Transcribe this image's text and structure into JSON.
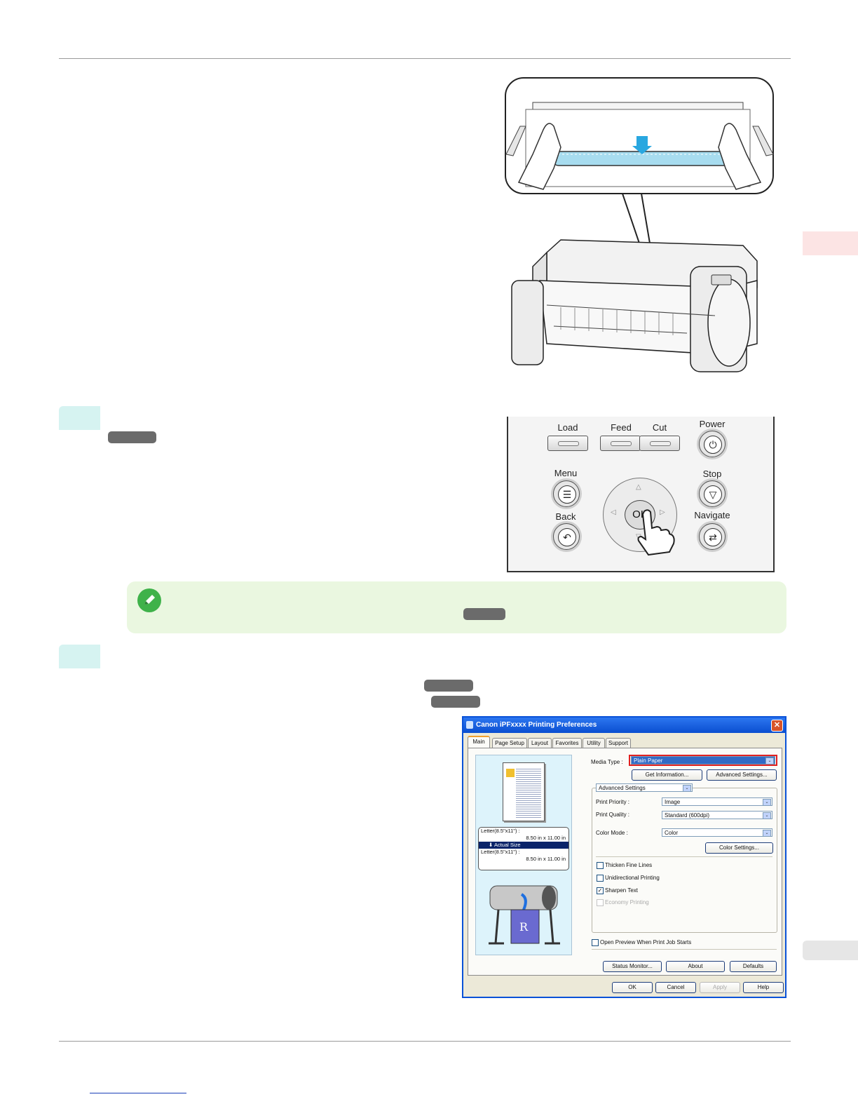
{
  "colors": {
    "side_tab_top": "#fce4e4",
    "side_tab_bottom": "#e6e6e6",
    "step_box": "#d6f3f1",
    "note_bg": "#eaf7e0",
    "note_icon": "#3fb24a",
    "pill": "#6b6b6b"
  },
  "panel": {
    "load": "Load",
    "feed": "Feed",
    "cut": "Cut",
    "power": "Power",
    "menu": "Menu",
    "stop": "Stop",
    "back": "Back",
    "navigate": "Navigate",
    "ok": "OK"
  },
  "dialog": {
    "title": "Canon iPFxxxx Printing Preferences",
    "tabs": [
      "Main",
      "Page Setup",
      "Layout",
      "Favorites",
      "Utility",
      "Support"
    ],
    "media_type_label": "Media Type :",
    "media_type_value": "Plain Paper",
    "get_information": "Get Information...",
    "advanced_settings_button": "Advanced Settings...",
    "mode_select": "Advanced Settings",
    "print_priority_label": "Print Priority :",
    "print_priority_value": "Image",
    "print_quality_label": "Print Quality :",
    "print_quality_value": "Standard (600dpi)",
    "color_mode_label": "Color Mode :",
    "color_mode_value": "Color",
    "color_settings": "Color Settings...",
    "checkboxes": [
      {
        "label": "Thicken Fine Lines",
        "checked": false
      },
      {
        "label": "Unidirectional Printing",
        "checked": false
      },
      {
        "label": "Sharpen Text",
        "checked": true
      },
      {
        "label": "Economy Printing",
        "checked": false
      }
    ],
    "open_preview": "Open Preview When Print Job Starts",
    "status_monitor": "Status Monitor...",
    "about": "About",
    "defaults": "Defaults",
    "ok": "OK",
    "cancel": "Cancel",
    "apply": "Apply",
    "help": "Help",
    "size_from": "Letter(8.5\"x11\") :",
    "size_from_dims": "8.50 in x 11.00 in",
    "size_mode": "Actual Size",
    "size_to": "Letter(8.5\"x11\") :",
    "size_to_dims": "8.50 in x 11.00 in"
  }
}
